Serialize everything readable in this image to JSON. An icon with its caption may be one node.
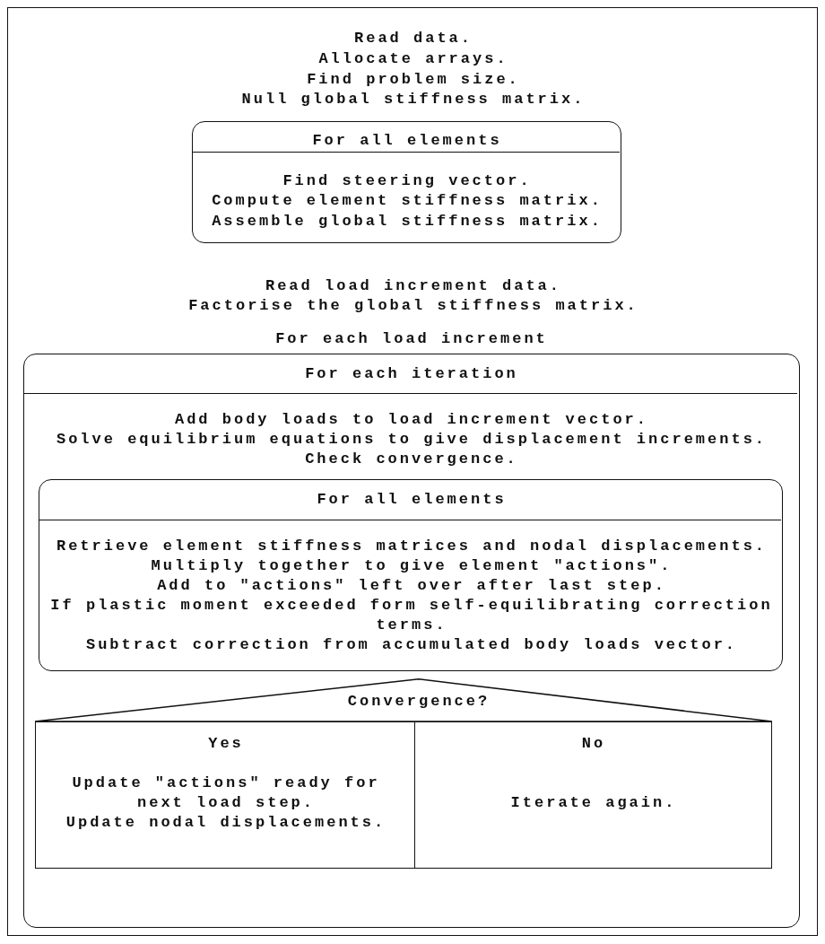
{
  "diagram": {
    "nodes": [
      {
        "text": [
          "Read data.",
          "Allocate arrays.",
          "Find problem size.",
          "Null global stiffness matrix.",
          "Read load increment data.",
          "Factorise the global stiffness matrix."
        ]
      },
      {
        "text": [
          "For all elements",
          "Find steering vector.",
          "Compute element stiffness matrix.",
          "Assemble global stiffness matrix."
        ],
        "in": 0
      },
      {
        "text": [
          "For each load increment",
          "For each iteration",
          "Add body loads to load increment vector.",
          "Solve equilibrium equations to give displacement increments.",
          "Check convergence."
        ],
        "in": 0
      },
      {
        "text": [
          "For all elements",
          "Retrieve element stiffness matrices and nodal displacements.",
          "Multiply together to give element \"actions\".",
          "Add to \"actions\" left over after last step.",
          "If plastic moment exceeded form self-equilibrating correction terms.",
          "Subtract correction from accumulated body loads vector."
        ],
        "in": 2
      },
      {
        "text": [
          "Convergence?"
        ],
        "in": 2
      },
      {
        "text": [
          "Yes",
          "Update \"actions\" ready for next load step.",
          "Update nodal displacements."
        ],
        "in": 2
      },
      {
        "text": [
          "No",
          "Iterate again."
        ],
        "in": 2
      }
    ]
  }
}
